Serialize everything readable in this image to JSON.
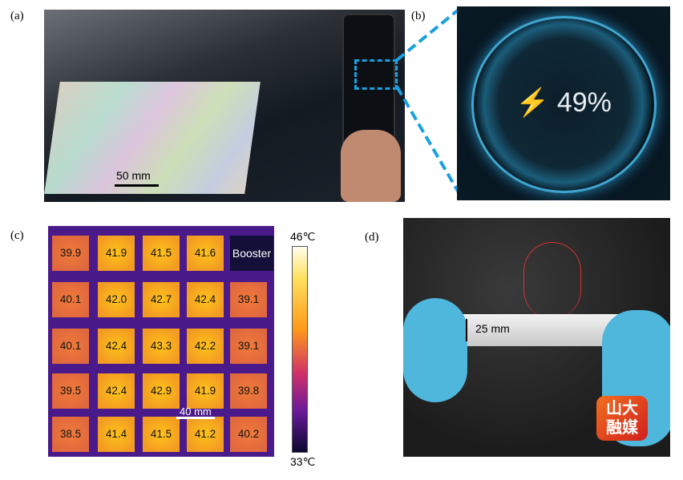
{
  "panel_a": {
    "label": "(a)",
    "scale_bar": "50 mm"
  },
  "panel_b": {
    "label": "(b)",
    "battery": "49%",
    "icon": "lightning-bolt-icon"
  },
  "panel_c": {
    "label": "(c)",
    "scale_bar": "40 mm",
    "booster_label": "Booster",
    "colorbar_max": "46℃",
    "colorbar_min": "33℃",
    "grid": [
      [
        "39.9",
        "41.9",
        "41.5",
        "41.6",
        "Booster"
      ],
      [
        "40.1",
        "42.0",
        "42.7",
        "42.4",
        "39.1"
      ],
      [
        "40.1",
        "42.4",
        "43.3",
        "42.2",
        "39.1"
      ],
      [
        "39.5",
        "42.4",
        "42.9",
        "41.9",
        "39.8"
      ],
      [
        "38.5",
        "41.4",
        "41.5",
        "41.2",
        "40.2"
      ]
    ]
  },
  "panel_d": {
    "label": "(d)",
    "dimension": "25 mm",
    "watermark": "山大融媒"
  },
  "colors": {
    "dashed_line": "#1aa0e0"
  }
}
